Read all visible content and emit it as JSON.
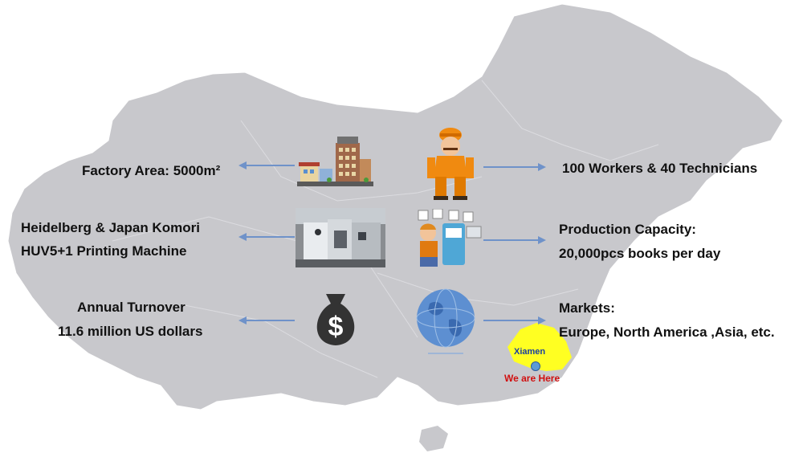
{
  "left": {
    "factory_area": "Factory Area: 5000m²",
    "machine_line1": "Heidelberg & Japan Komori",
    "machine_line2": "HUV5+1  Printing Machine",
    "turnover_line1": "Annual Turnover",
    "turnover_line2": "11.6 million US dollars"
  },
  "right": {
    "workers": "100 Workers & 40 Technicians",
    "capacity_line1": "Production Capacity:",
    "capacity_line2": "20,000pcs books per day",
    "markets_line1": "Markets:",
    "markets_line2": "Europe, North  America ,Asia, etc."
  },
  "location": {
    "city": "Xiamen",
    "here": "We are Here"
  },
  "icons": [
    "factory-buildings-icon",
    "printing-machine-photo",
    "money-bag-icon",
    "worker-mascot-icon",
    "technician-mascot-icon",
    "globe-icon"
  ],
  "colors": {
    "map": "#c8c8cc",
    "arrow": "#6f92c9",
    "highlight": "#ffff22",
    "marker": "#5b9bd5",
    "here": "#d01010",
    "city": "#1a3fa0"
  }
}
